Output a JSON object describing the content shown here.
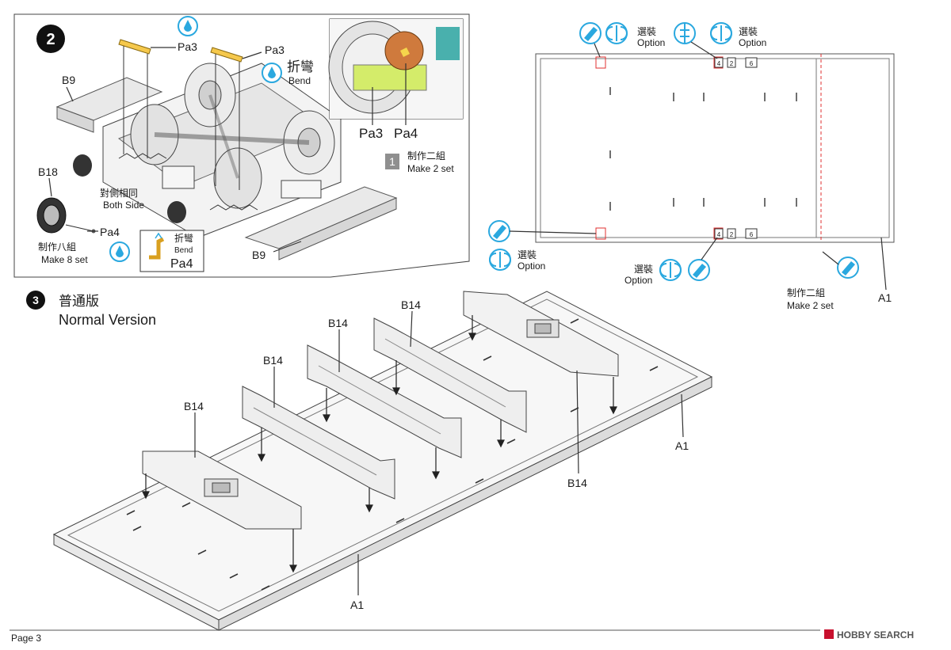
{
  "footer": {
    "page": "Page 3",
    "watermark": "HOBBY SEARCH"
  },
  "step2": {
    "number": "2",
    "parts": {
      "b9_top": "B9",
      "b9_bottom": "B9",
      "b18": "B18",
      "pa3_left": "Pa3",
      "pa3_right": "Pa3",
      "pa4_side": "Pa4",
      "pa4_inset": "Pa4",
      "pa3_detail": "Pa3",
      "pa4_detail": "Pa4"
    },
    "bend": {
      "cn": "折彎",
      "en": "Bend"
    },
    "bend_box": {
      "cn": "折彎",
      "en": "Bend",
      "part": "Pa4"
    },
    "both_side": {
      "cn": "對側相同",
      "en": "Both Side"
    },
    "make8": {
      "cn": "制作八組",
      "en": "Make 8 set"
    },
    "make2": {
      "marker": "1",
      "cn": "制作二組",
      "en": "Make 2 set"
    }
  },
  "floor_plan": {
    "option_labels": [
      {
        "cn": "選裝",
        "en": "Option"
      },
      {
        "cn": "選裝",
        "en": "Option"
      },
      {
        "cn": "選裝",
        "en": "Option"
      },
      {
        "cn": "選裝",
        "en": "Option"
      }
    ],
    "marks_top": [
      "4",
      "2",
      "6"
    ],
    "marks_bottom": [
      "4",
      "2",
      "6"
    ],
    "make2": {
      "cn": "制作二組",
      "en": "Make 2 set"
    },
    "part": "A1"
  },
  "step3": {
    "number": "3",
    "title_cn": "普通版",
    "title_en": "Normal Version",
    "parts": {
      "b14_1": "B14",
      "b14_2": "B14",
      "b14_3": "B14",
      "b14_4": "B14",
      "b14_5": "B14",
      "a1_right": "A1",
      "a1_bottom": "A1"
    }
  },
  "colors": {
    "accent": "#2aa8df",
    "part_yellow": "#f5c84c",
    "part_green": "#d4ec6a",
    "part_brown": "#cf7a3d",
    "teal": "#2aa3a0",
    "cut_red": "#e03030"
  },
  "icons": {
    "bend": "bend-icon",
    "glue": "glue-icon",
    "paint": "paint-icon",
    "drill": "drill-icon",
    "cut": "cut-icon"
  }
}
